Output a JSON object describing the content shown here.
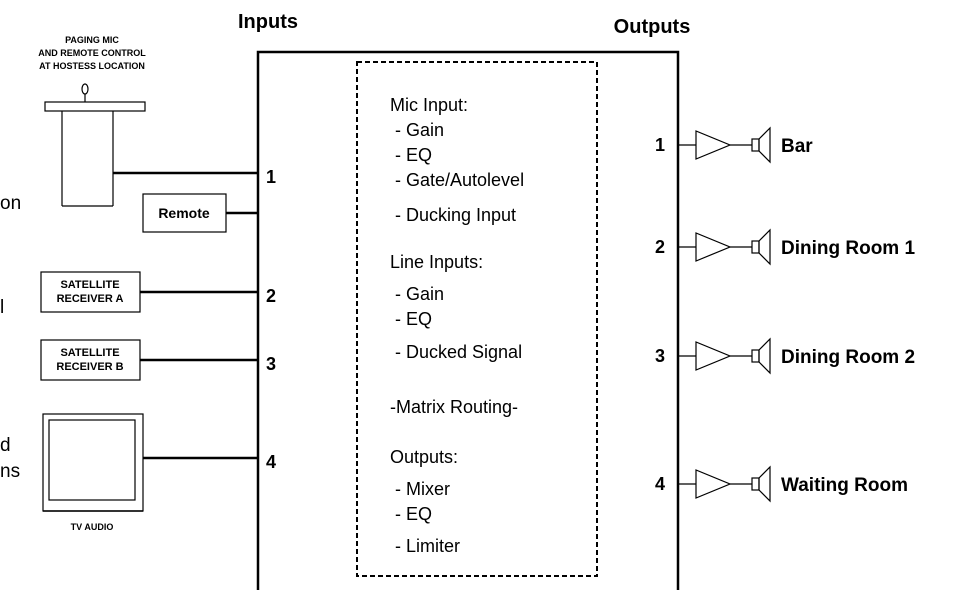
{
  "headers": {
    "inputs": "Inputs",
    "outputs": "Outputs"
  },
  "mic": {
    "caption": [
      "PAGING MIC",
      "AND REMOTE CONTROL",
      "AT HOSTESS LOCATION"
    ],
    "remote_label": "Remote"
  },
  "sources": {
    "sat_a": [
      "SATELLITE",
      "RECEIVER A"
    ],
    "sat_b": [
      "SATELLITE",
      "RECEIVER B"
    ],
    "tv": "TV AUDIO"
  },
  "side_text": [
    "on",
    "l",
    "d",
    "ns"
  ],
  "input_numbers": [
    "1",
    "2",
    "3",
    "4"
  ],
  "processing": [
    "Mic Input:",
    " - Gain",
    " - EQ",
    " - Gate/Autolevel",
    " - Ducking Input",
    "",
    "Line Inputs:",
    " - Gain",
    " - EQ",
    " - Ducked Signal",
    "",
    "-Matrix Routing-",
    "",
    "Outputs:",
    " - Mixer",
    " - EQ",
    " - Limiter"
  ],
  "outputs": [
    {
      "num": "1",
      "label": "Bar"
    },
    {
      "num": "2",
      "label": "Dining Room 1"
    },
    {
      "num": "3",
      "label": "Dining Room 2"
    },
    {
      "num": "4",
      "label": "Waiting Room"
    }
  ]
}
